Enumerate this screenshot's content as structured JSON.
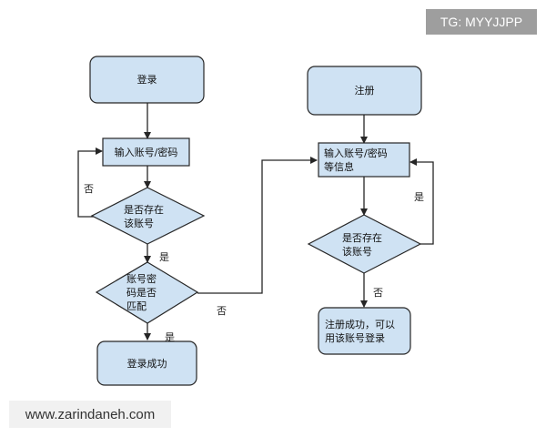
{
  "diagram": {
    "nodes": {
      "login": "登录",
      "register": "注册",
      "input_account": "输入账号/密码",
      "exists_check": "是否存在\n该账号",
      "password_check": "账号密\n码是否\n匹配",
      "login_success": "登录成功",
      "register_input": "输入账号/密码\n等信息",
      "register_exists_check": "是否存在\n该账号",
      "register_success": "注册成功，可以\n用该账号登录"
    },
    "edge_labels": {
      "exists_no": "否",
      "exists_yes": "是",
      "password_yes": "是",
      "password_no": "否",
      "register_exists_yes": "是",
      "register_exists_no": "否"
    }
  },
  "watermarks": {
    "tg": "TG: MYYJJPP",
    "website": "www.zarindaneh.com"
  },
  "colors": {
    "node_fill": "#cfe2f3",
    "node_stroke": "#262626",
    "line": "#262626"
  }
}
